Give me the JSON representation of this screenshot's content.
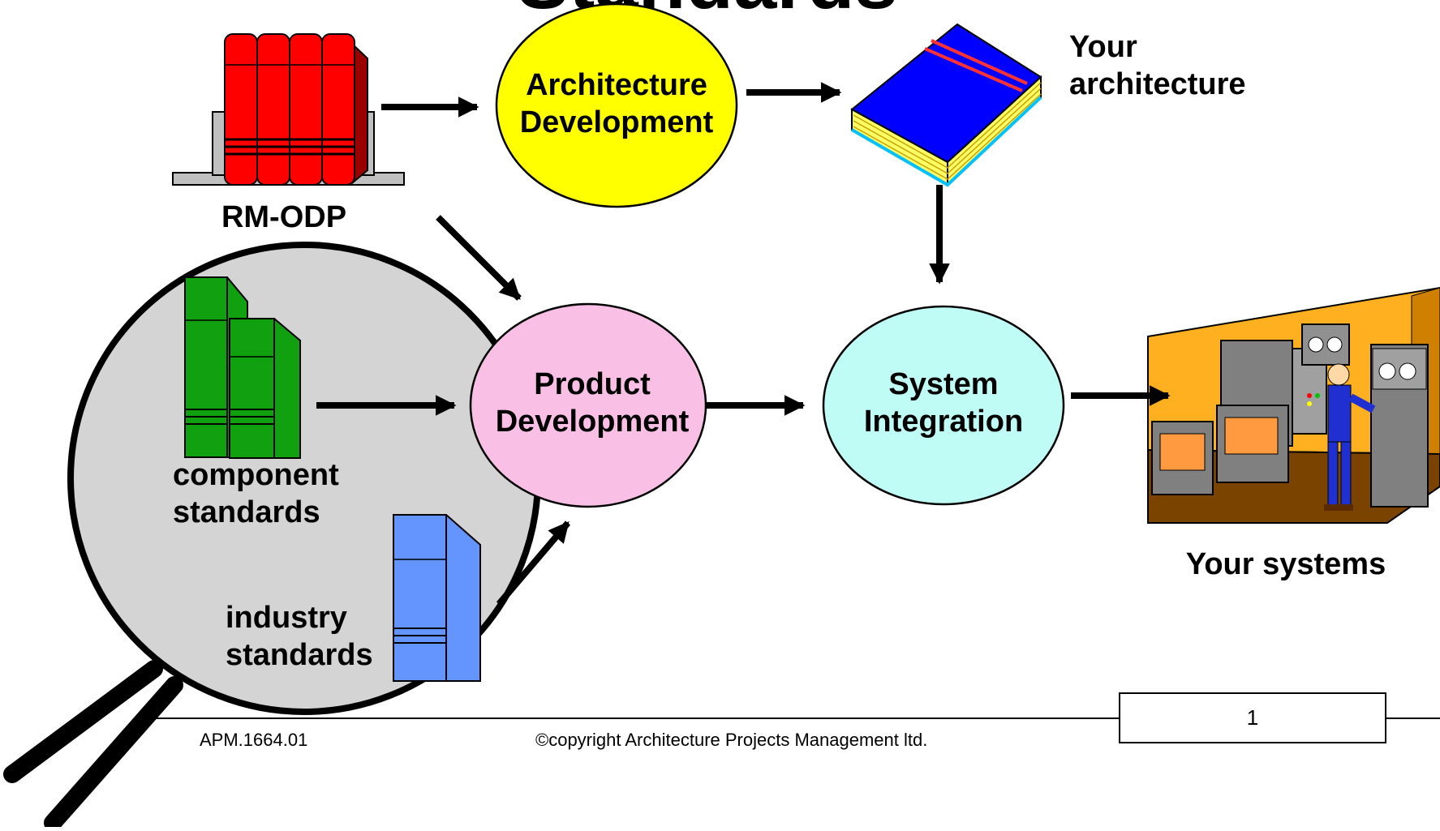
{
  "title_partial": "Standards",
  "nodes": {
    "architecture_development": {
      "line1": "Architecture",
      "line2": "Development"
    },
    "product_development": {
      "line1": "Product",
      "line2": "Development"
    },
    "system_integration": {
      "line1": "System",
      "line2": "Integration"
    }
  },
  "labels": {
    "rm_odp": "RM-ODP",
    "your_architecture_1": "Your",
    "your_architecture_2": "architecture",
    "component_standards_1": "component",
    "component_standards_2": "standards",
    "industry_standards_1": "industry",
    "industry_standards_2": "standards",
    "your_systems": "Your systems"
  },
  "footer": {
    "doc_id": "APM.1664.01",
    "copyright": "©copyright Architecture Projects Management ltd.",
    "page_number": "1"
  },
  "colors": {
    "architecture_node": "#ffff00",
    "product_node": "#f9bfe4",
    "integration_node": "#bffcf6",
    "magnifier_lens": "#d4d4d4",
    "rm_odp_books": "#ff0000",
    "component_books": "#10a010",
    "industry_book": "#6495ff",
    "architecture_book": "#0000ff"
  }
}
